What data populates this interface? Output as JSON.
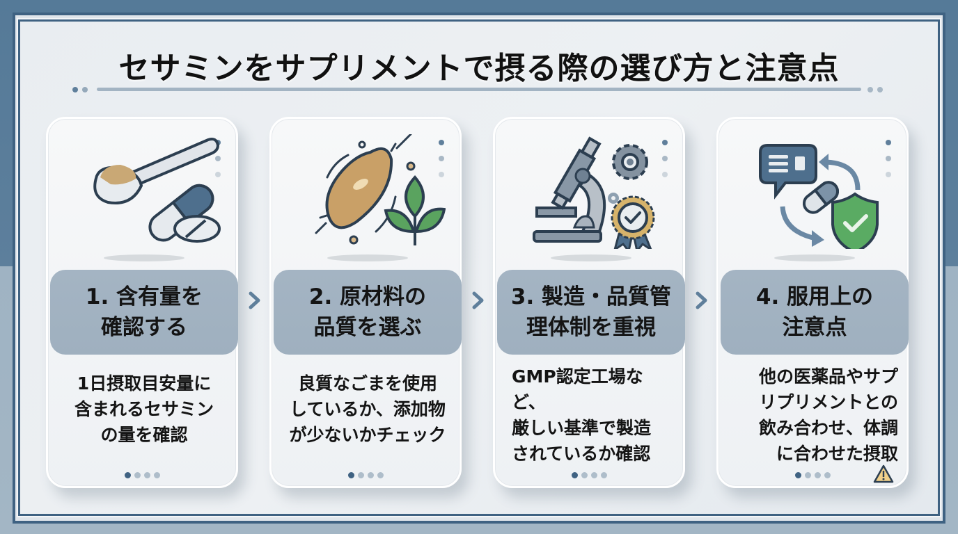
{
  "title": "セサミンをサプリメントで摂る際の選び方と注意点",
  "colors": {
    "frame_dark": "#3f6282",
    "header_fill": "#a1b2c1",
    "dot_active": "#3f6282",
    "dot_inactive": "#aebdca",
    "arrow": "#5f7f9b",
    "warning_fill": "#f0d08a",
    "shield_green": "#5aab63"
  },
  "cards": [
    {
      "icon": "measuring-spoon-and-capsules-icon",
      "header": "1. 含有量を\n確認する",
      "body": "1日摂取目安量に\n含まれるセサミン\nの量を確認",
      "pager": {
        "active": 0,
        "count": 4
      }
    },
    {
      "icon": "sesame-seed-and-sprout-icon",
      "header": "2. 原材料の\n品質を選ぶ",
      "body": "良質なごまを使用\nしているか、添加物\nが少ないかチェック",
      "pager": {
        "active": 0,
        "count": 4
      }
    },
    {
      "icon": "microscope-gear-award-icon",
      "header": "3. 製造・品質管\n理体制を重視",
      "body": "GMP認定工場な\nど、\n厳しい基準で製造\nされているか確認",
      "pager": {
        "active": 0,
        "count": 4
      }
    },
    {
      "icon": "chat-capsule-shield-icon",
      "header": "4. 服用上の\n注意点",
      "body": "他の医薬品やサプ\nリプリメントとの\n飲み合わせ、体調\nに合わせた摂取",
      "pager": {
        "active": 0,
        "count": 4
      },
      "badge": "warning-triangle-icon"
    }
  ],
  "arrows": [
    "chevron-right-icon",
    "chevron-right-icon",
    "chevron-right-icon"
  ]
}
